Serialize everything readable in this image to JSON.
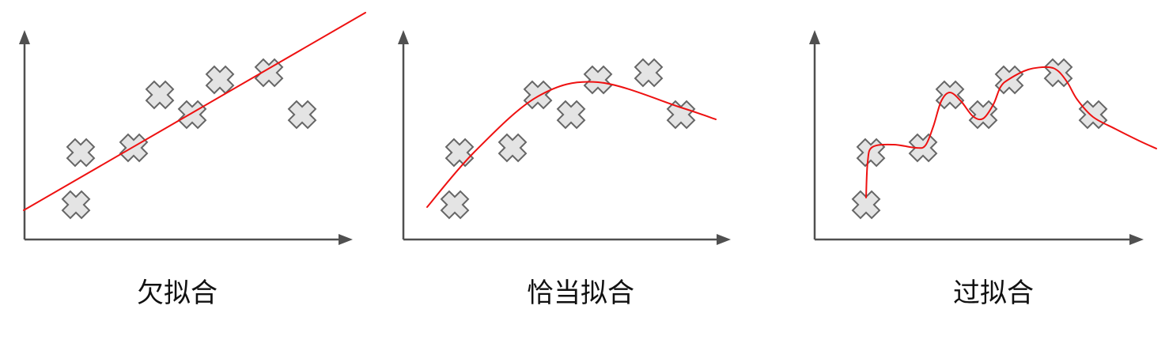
{
  "panels": [
    {
      "id": "underfit",
      "caption": "欠拟合",
      "points": [
        [
          96,
          259
        ],
        [
          102,
          193
        ],
        [
          169,
          187
        ],
        [
          202,
          120
        ],
        [
          243,
          145
        ],
        [
          278,
          101
        ],
        [
          340,
          92
        ],
        [
          382,
          145
        ]
      ],
      "curve": [
        [
          30,
          266
        ],
        [
          462,
          16
        ]
      ]
    },
    {
      "id": "goodfit",
      "caption": "恰当拟合",
      "points": [
        [
          575,
          259
        ],
        [
          581,
          193
        ],
        [
          648,
          187
        ],
        [
          680,
          120
        ],
        [
          722,
          145
        ],
        [
          756,
          101
        ],
        [
          820,
          92
        ],
        [
          861,
          145
        ]
      ],
      "curve": [
        [
          540,
          262
        ],
        [
          600,
          192
        ],
        [
          680,
          122
        ],
        [
          756,
          104
        ],
        [
          861,
          136
        ],
        [
          905,
          151
        ]
      ]
    },
    {
      "id": "overfit",
      "caption": "过拟合",
      "points": [
        [
          1095,
          259
        ],
        [
          1101,
          193
        ],
        [
          1167,
          187
        ],
        [
          1201,
          120
        ],
        [
          1243,
          145
        ],
        [
          1276,
          101
        ],
        [
          1338,
          92
        ],
        [
          1382,
          145
        ]
      ],
      "curve": [
        [
          1095,
          250
        ],
        [
          1097,
          205
        ],
        [
          1103,
          186
        ],
        [
          1130,
          183
        ],
        [
          1158,
          187
        ],
        [
          1170,
          184
        ],
        [
          1180,
          160
        ],
        [
          1190,
          128
        ],
        [
          1201,
          117
        ],
        [
          1215,
          128
        ],
        [
          1230,
          147
        ],
        [
          1243,
          150
        ],
        [
          1256,
          132
        ],
        [
          1265,
          110
        ],
        [
          1276,
          100
        ],
        [
          1300,
          88
        ],
        [
          1325,
          85
        ],
        [
          1338,
          90
        ],
        [
          1350,
          105
        ],
        [
          1362,
          126
        ],
        [
          1382,
          148
        ],
        [
          1410,
          163
        ],
        [
          1440,
          178
        ],
        [
          1462,
          188
        ]
      ]
    }
  ],
  "colors": {
    "axis": "#505050",
    "curve": "#ee1111",
    "marker_fill": "#e4e4e4",
    "marker_stroke": "#666666"
  },
  "icons": {
    "marker": "cross-marker-icon"
  }
}
